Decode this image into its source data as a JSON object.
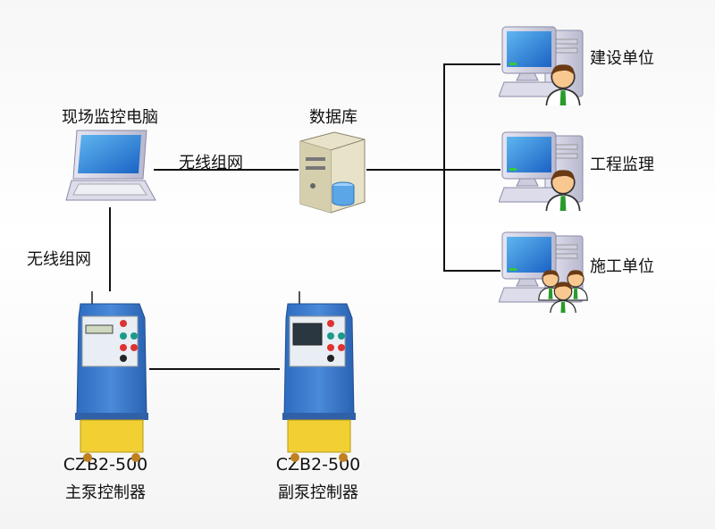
{
  "nodes": {
    "laptop": {
      "label": "现场监控电脑",
      "icon": "laptop-icon"
    },
    "database": {
      "label": "数据库",
      "icon": "server-database-icon"
    },
    "construction_unit": {
      "label": "建设单位",
      "icon": "computer-user-icon"
    },
    "supervision": {
      "label": "工程监理",
      "icon": "computer-user-icon"
    },
    "contractor": {
      "label": "施工单位",
      "icon": "computer-group-icon"
    },
    "main_pump": {
      "model": "CZB2-500",
      "label": "主泵控制器",
      "icon": "pump-controller-icon"
    },
    "sub_pump": {
      "model": "CZB2-500",
      "label": "副泵控制器",
      "icon": "pump-controller-icon"
    }
  },
  "edges": {
    "laptop_to_db": "无线组网",
    "laptop_to_pump": "无线组网"
  },
  "colors": {
    "device_blue": "#3a78c8",
    "device_yellow": "#f2d034",
    "line": "#111111"
  }
}
